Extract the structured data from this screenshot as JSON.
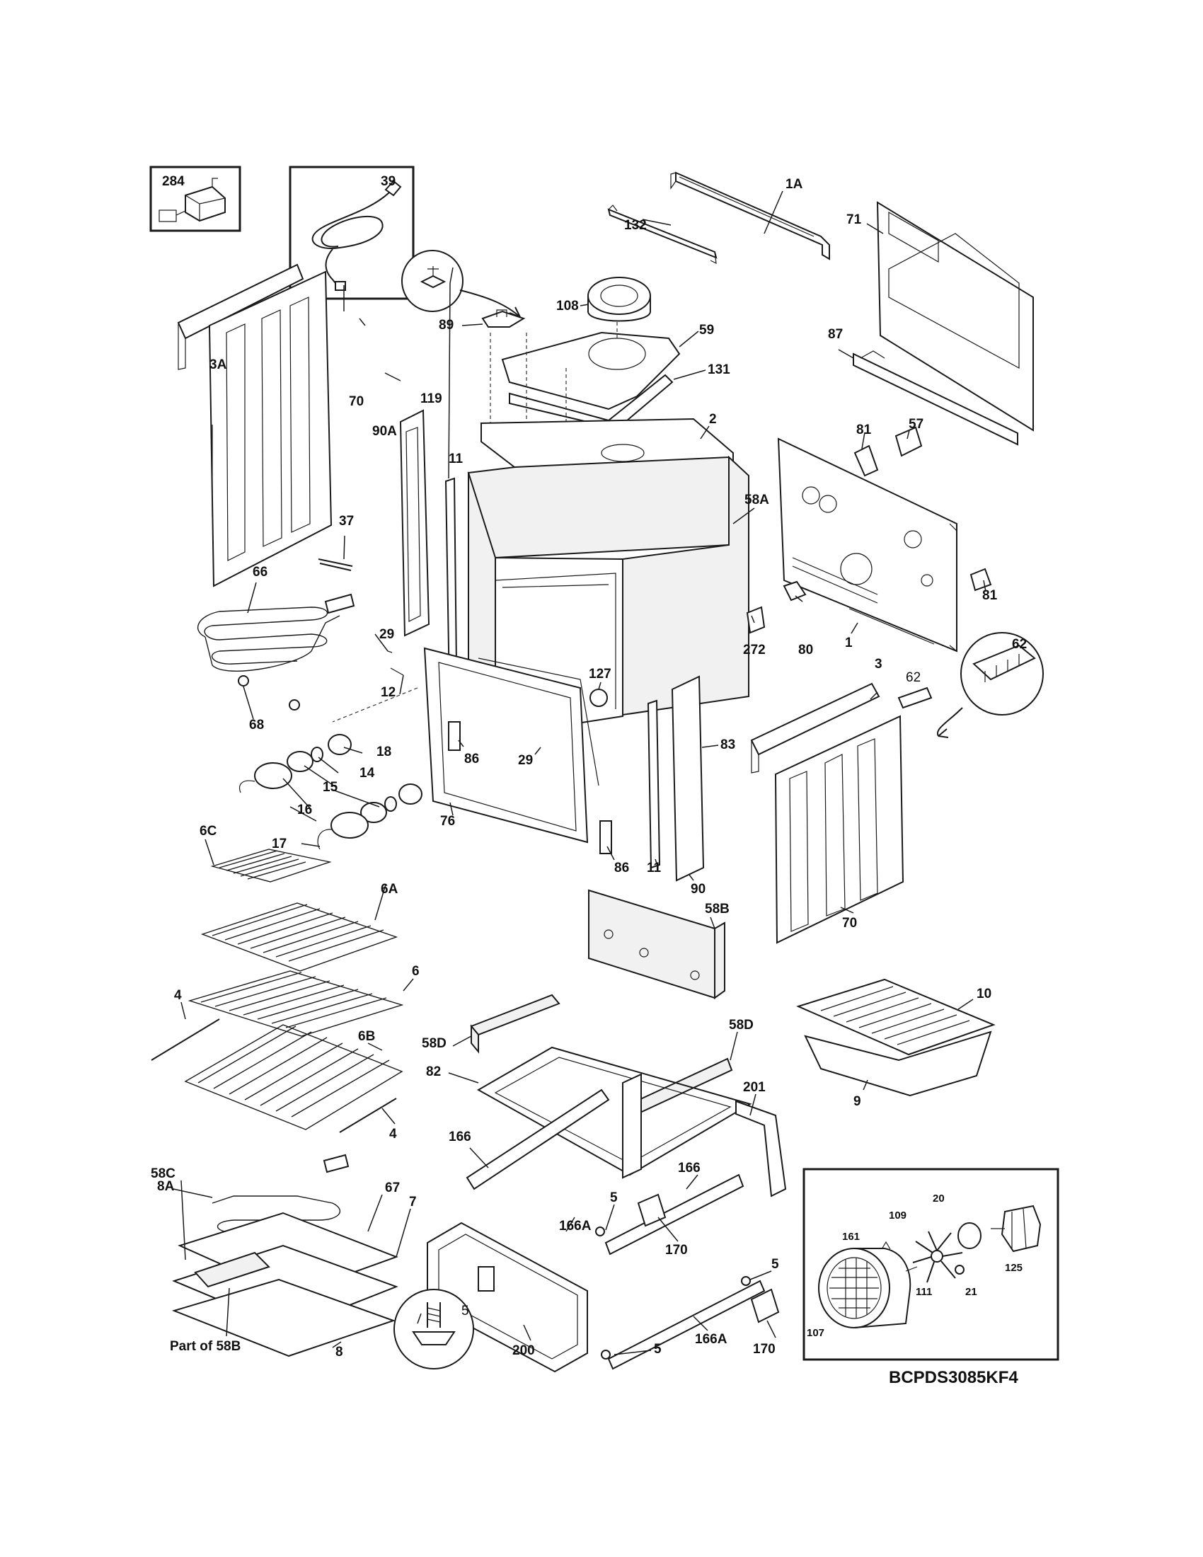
{
  "diagram_code": "BCPDS3085KF4",
  "inset_labels": {
    "relay_box": "284",
    "cord_box": "39",
    "convection_box": {
      "fan_housing": "161",
      "fan_blade": "109",
      "washer": "20",
      "nut": "21",
      "motor": "125",
      "screw": "111",
      "cover": "107"
    }
  },
  "callouts": {
    "l_1A": "1A",
    "l_132": "132",
    "l_71": "71",
    "l_108": "108",
    "l_89": "89",
    "l_59": "59",
    "l_131": "131",
    "l_87": "87",
    "l_3A": "3A",
    "l_70_top": "70",
    "l_119": "119",
    "l_90A": "90A",
    "l_11_top": "11",
    "l_2": "2",
    "l_81_top": "81",
    "l_57": "57",
    "l_58A": "58A",
    "l_37": "37",
    "l_81_right": "81",
    "l_66": "66",
    "l_29_left": "29",
    "l_272": "272",
    "l_80": "80",
    "l_1": "1",
    "l_62_circle": "62",
    "l_62_plain": "62",
    "l_127": "127",
    "l_3": "3",
    "l_12": "12",
    "l_68": "68",
    "l_83": "83",
    "l_18": "18",
    "l_86_upper": "86",
    "l_14": "14",
    "l_29_center": "29",
    "l_15": "15",
    "l_16": "16",
    "l_76": "76",
    "l_17": "17",
    "l_6C": "6C",
    "l_86_lower": "86",
    "l_11_bottom": "11",
    "l_90": "90",
    "l_6A": "6A",
    "l_70_bottom": "70",
    "l_58B": "58B",
    "l_6": "6",
    "l_10": "10",
    "l_4_left": "4",
    "l_58D_left": "58D",
    "l_6B": "6B",
    "l_58D_right": "58D",
    "l_82": "82",
    "l_201": "201",
    "l_9": "9",
    "l_4_right": "4",
    "l_166_left": "166",
    "l_8A": "8A",
    "l_166_right": "166",
    "l_58C": "58C",
    "l_67": "67",
    "l_5_center": "5",
    "l_7": "7",
    "l_166A_center": "166A",
    "l_170_center": "170",
    "l_5_right": "5",
    "l_5_foot": "5",
    "l_200": "200",
    "l_166A_bottom": "166A",
    "l_5_bottom": "5",
    "l_170_bottom": "170",
    "l_part_of_58B": "Part of 58B",
    "l_8": "8"
  }
}
